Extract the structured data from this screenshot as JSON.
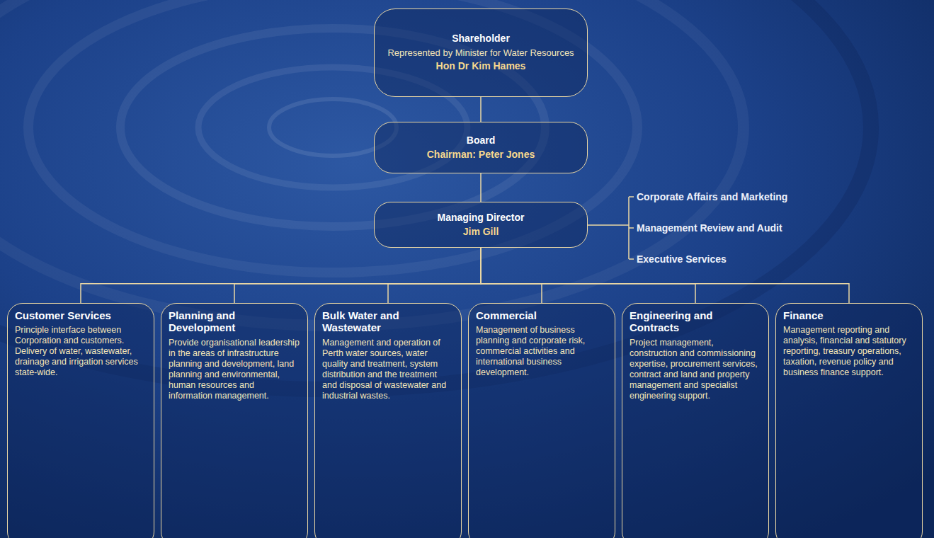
{
  "diagram": {
    "nodes": [
      {
        "text": [
          "Shareholder",
          "Represented by Minister for Water Resources",
          "Hon Dr Kim Hames"
        ]
      },
      {
        "text": [
          "Board",
          "Chairman: Peter Jones"
        ]
      },
      {
        "text": [
          "Managing Director",
          "Jim Gill"
        ]
      },
      {
        "text": [
          "Customer Services",
          "Principle interface between Corporation and customers. Delivery of water, wastewater, drainage and irrigation services state-wide."
        ]
      },
      {
        "text": [
          "Planning and Development",
          "Provide organisational leadership in the areas of infrastructure planning and development, land planning and environmental, human resources and information management."
        ]
      },
      {
        "text": [
          "Bulk Water and Wastewater",
          "Management and operation of Perth water sources, water quality and treatment, system distribution and the treatment and disposal of wastewater and industrial wastes."
        ]
      },
      {
        "text": [
          "Commercial",
          "Management of business planning and corporate risk, commercial activities and international business development."
        ]
      },
      {
        "text": [
          "Engineering and Contracts",
          "Project management, construction and commissioning expertise, procurement services, contract and land and property management and specialist engineering support."
        ]
      },
      {
        "text": [
          "Finance",
          "Management reporting and analysis, financial and statutory reporting, treasury operations, taxation, revenue policy and business finance support."
        ]
      }
    ],
    "edges": [
      {
        "from": 0,
        "to": 1,
        "arrow": "none"
      },
      {
        "from": 1,
        "to": 2,
        "arrow": "none"
      },
      {
        "from": 2,
        "to": 3,
        "arrow": "none"
      },
      {
        "from": 2,
        "to": 4,
        "arrow": "none"
      },
      {
        "from": 2,
        "to": 5,
        "arrow": "none"
      },
      {
        "from": 2,
        "to": 6,
        "arrow": "none"
      },
      {
        "from": 2,
        "to": 7,
        "arrow": "none"
      },
      {
        "from": 2,
        "to": 8,
        "arrow": "none"
      }
    ],
    "labels": [
      "Corporate Affairs and Marketing",
      "Management Review and Audit",
      "Executive Services"
    ]
  }
}
